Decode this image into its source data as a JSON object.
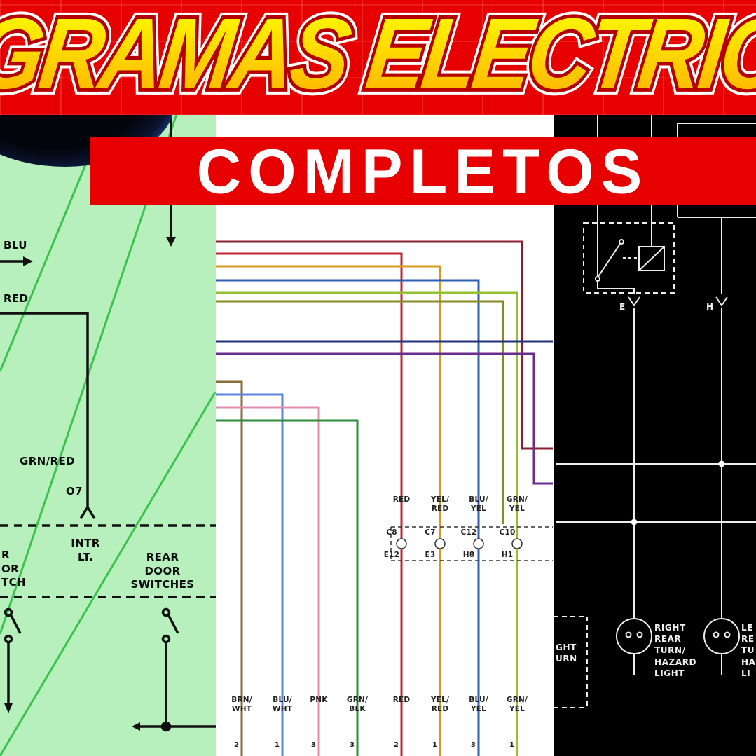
{
  "colors": {
    "banner_red": "#e60000",
    "title_yellow": "#ffd400",
    "title_outline": "#b50000",
    "subtitle_white": "#ffffff",
    "left_panel_bg": "#b7f0bc",
    "middle_panel_bg": "#ffffff",
    "right_panel_bg": "#000000"
  },
  "banner": {
    "title": "GRAMAS ELECTRIC"
  },
  "subbanner": {
    "text": "COMPLETOS"
  },
  "left_panel": {
    "labels": {
      "blu": "BLU",
      "red": "RED",
      "grn_red": "GRN/RED",
      "connector_o7": "O7",
      "intr_lt": "INTR\nLT.",
      "rear_door_switches": "REAR\nDOOR\nSWITCHES",
      "cut_left_fragment": "R\nOR\nTCH"
    }
  },
  "middle_panel": {
    "mid_labels": [
      "RED",
      "YEL/\nRED",
      "BLU/\nYEL",
      "GRN/\nYEL"
    ],
    "conn_top": [
      "C8",
      "C7",
      "C12",
      "C10"
    ],
    "conn_bottom": [
      "E12",
      "E3",
      "H8",
      "H1"
    ],
    "bottom_labels": [
      "BRN/\nWHT",
      "BLU/\nWHT",
      "PNK",
      "GRN/\nBLK",
      "RED",
      "YEL/\nRED",
      "BLU/\nYEL",
      "GRN/\nYEL"
    ],
    "pins": [
      "2",
      "1",
      "3",
      "3",
      "2",
      "1",
      "3",
      "1"
    ]
  },
  "right_panel": {
    "labels": {
      "e": "E",
      "h": "H",
      "right_lamp": "RIGHT\nREAR\nTURN/\nHAZARD\nLIGHT",
      "left_lamp_fragment": "LE\nRE\nTU\nHA\nLI",
      "cut_box_fragment": "GHT\nURN"
    }
  }
}
